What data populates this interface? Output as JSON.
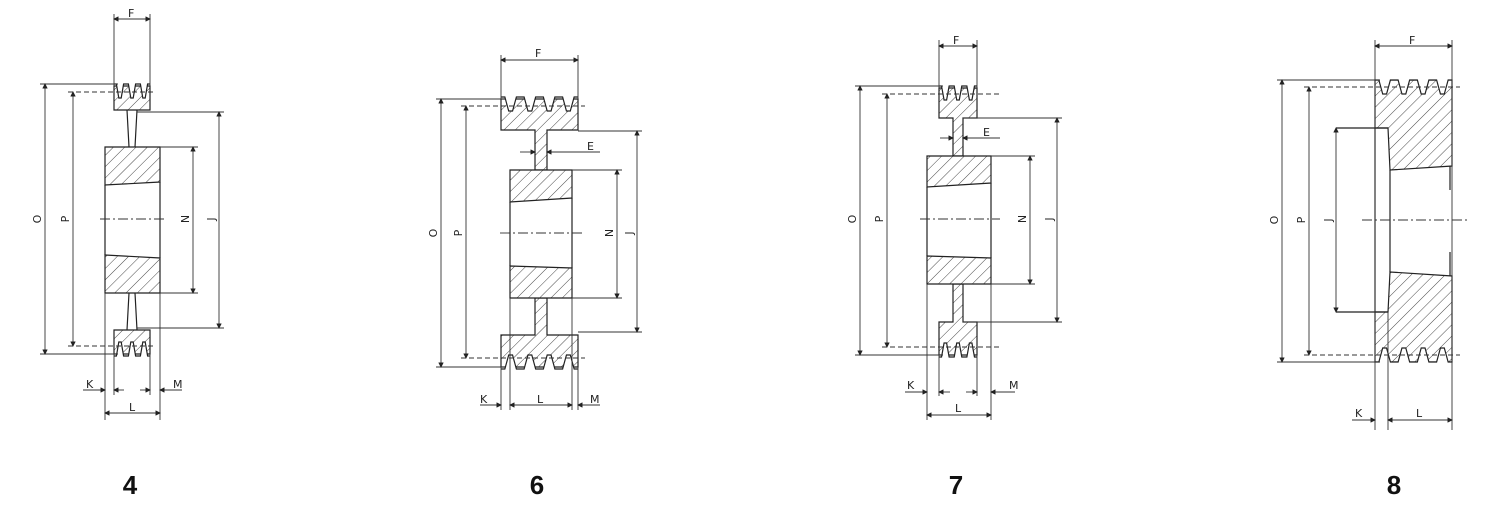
{
  "figures": [
    {
      "number": "4",
      "labels": {
        "F": "F",
        "O": "O",
        "P": "P",
        "N": "N",
        "J": "J",
        "K": "K",
        "M": "M",
        "L": "L"
      }
    },
    {
      "number": "6",
      "labels": {
        "F": "F",
        "O": "O",
        "P": "P",
        "N": "N",
        "J": "J",
        "E": "E",
        "K": "K",
        "M": "M",
        "L": "L"
      }
    },
    {
      "number": "7",
      "labels": {
        "F": "F",
        "O": "O",
        "P": "P",
        "N": "N",
        "J": "J",
        "E": "E",
        "K": "K",
        "M": "M",
        "L": "L"
      }
    },
    {
      "number": "8",
      "labels": {
        "F": "F",
        "O": "O",
        "P": "P",
        "J": "J",
        "K": "K",
        "L": "L"
      }
    }
  ],
  "colors": {
    "line": "#222222",
    "background": "#ffffff"
  }
}
